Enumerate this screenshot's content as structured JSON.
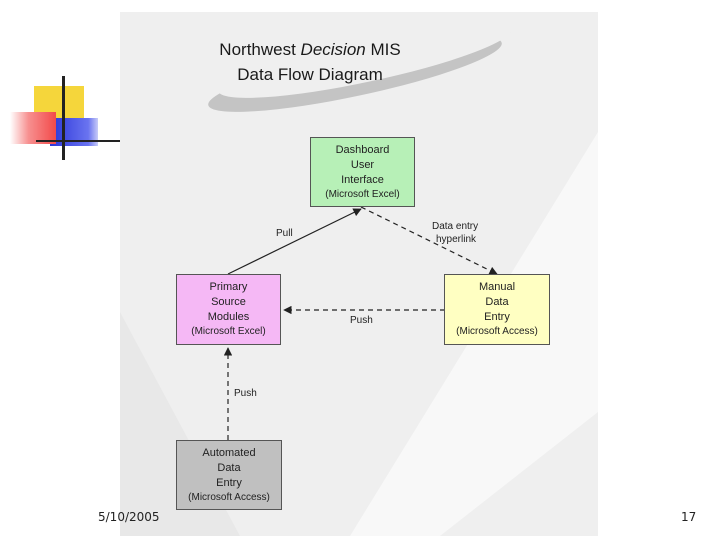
{
  "title": {
    "prefix": "Northwest ",
    "emphasis": "Decision",
    "suffix": " MIS",
    "line2": "Data Flow Diagram"
  },
  "nodes": {
    "dashboard": {
      "lines": [
        "Dashboard",
        "User",
        "Interface"
      ],
      "sub": "(Microsoft Excel)",
      "color": "#b7f0b7"
    },
    "primary": {
      "lines": [
        "Primary",
        "Source",
        "Modules"
      ],
      "sub": "(Microsoft Excel)",
      "color": "#f5b8f5"
    },
    "manual": {
      "lines": [
        "Manual",
        "Data",
        "Entry"
      ],
      "sub": "(Microsoft Access)",
      "color": "#ffffc2"
    },
    "automated": {
      "lines": [
        "Automated",
        "Data",
        "Entry"
      ],
      "sub": "(Microsoft Access)",
      "color": "#c0c0c0"
    }
  },
  "edges": {
    "pull": "Pull",
    "hyperlink_line1": "Data entry",
    "hyperlink_line2": "hyperlink",
    "push_manual": "Push",
    "push_automated": "Push"
  },
  "footer": {
    "date": "5/10/2005",
    "page": "17"
  },
  "colors": {
    "deco_yellow": "#f5d63b",
    "deco_red": "#f24a4a",
    "deco_blue": "#2a35d8"
  }
}
